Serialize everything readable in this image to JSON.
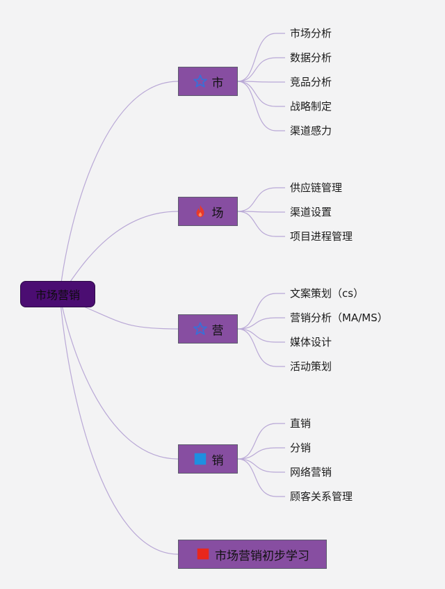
{
  "root": {
    "label": "市场营销"
  },
  "branches": [
    {
      "label": "市",
      "icon": "star-outline-icon",
      "children": [
        "市场分析",
        "数据分析",
        "竞品分析",
        "战略制定",
        "渠道感力"
      ]
    },
    {
      "label": "场",
      "icon": "flame-icon",
      "children": [
        "供应链管理",
        "渠道设置",
        "项目进程管理"
      ]
    },
    {
      "label": "营",
      "icon": "star-outline-icon",
      "children": [
        "文案策划（cs）",
        "营销分析（MA/MS）",
        "媒体设计",
        "活动策划"
      ]
    },
    {
      "label": "销",
      "icon": "blue-square-icon",
      "children": [
        "直销",
        "分销",
        "网络营销",
        "顾客关系管理"
      ]
    },
    {
      "label": "市场营销初步学习",
      "icon": "red-flag-icon",
      "children": []
    }
  ],
  "colors": {
    "background": "#f3f3f4",
    "root_fill": "#4b0d72",
    "branch_fill": "#874ea1",
    "connector": "#b9a8d6",
    "star_icon": "#3a6fd6",
    "flame_icon": "#e8392a",
    "square_icon": "#1e8fe0",
    "flag_icon": "#e8271c"
  }
}
